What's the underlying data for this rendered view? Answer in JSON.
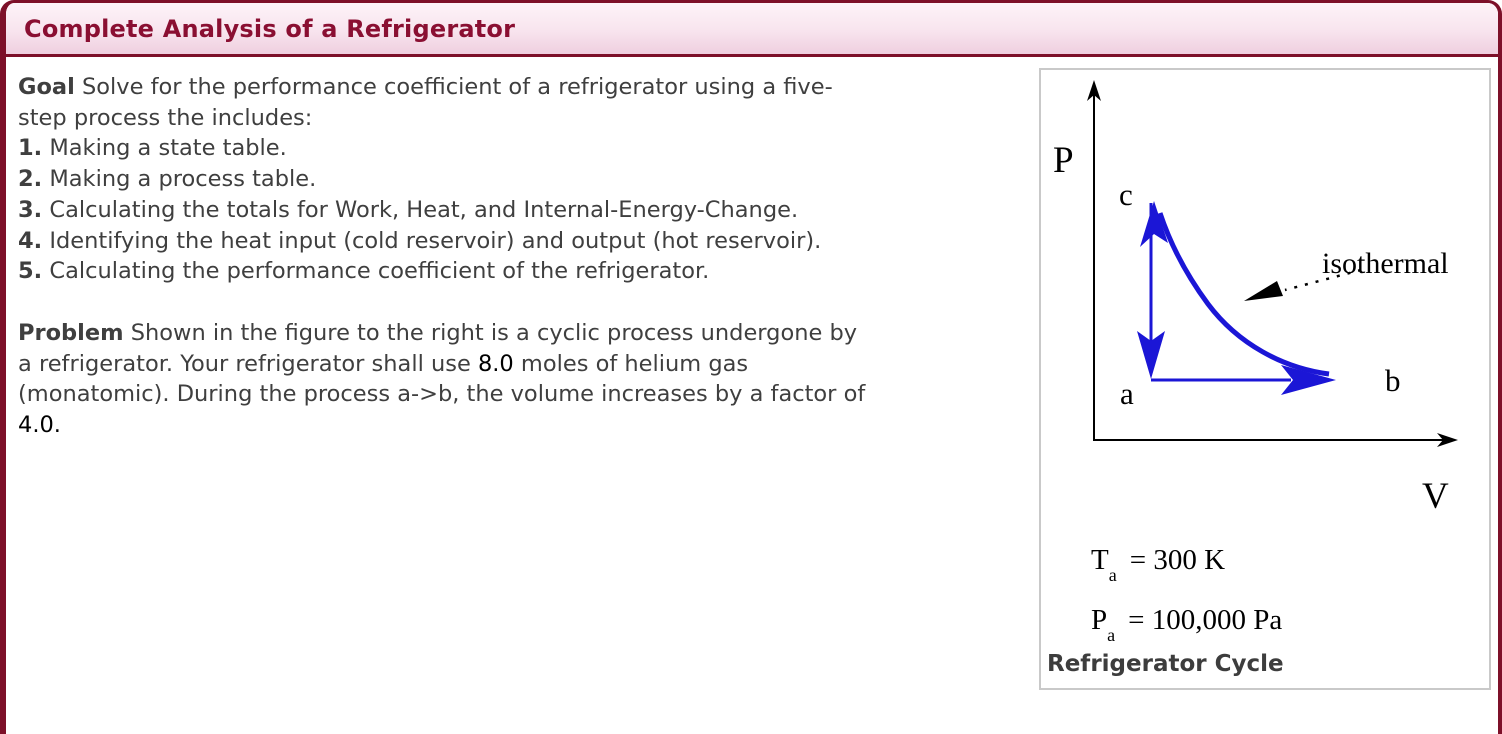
{
  "header": {
    "title": "Complete Analysis of a Refrigerator"
  },
  "goal": {
    "lines": [
      {
        "lead": "Goal",
        "rest": " Solve for the performance coefficient of a refrigerator using a five-"
      },
      {
        "lead": "",
        "rest": "step process the includes:"
      },
      {
        "lead": "1.",
        "rest": " Making a state table."
      },
      {
        "lead": "2.",
        "rest": " Making a process table."
      },
      {
        "lead": "3.",
        "rest": " Calculating the totals for Work, Heat, and Internal-Energy-Change."
      },
      {
        "lead": "4.",
        "rest": " Identifying the heat input (cold reservoir) and output (hot reservoir)."
      },
      {
        "lead": "5.",
        "rest": " Calculating the performance coefficient of the refrigerator."
      }
    ]
  },
  "problem": {
    "line1": {
      "lead": "Problem",
      "rest": " Shown in the figure to the right is a cyclic process undergone by"
    },
    "line2": {
      "pre": "a refrigerator. Your refrigerator shall use ",
      "value": "8.0",
      "post": " moles of helium gas"
    },
    "line3": "(monatomic). During the process a->b, the volume increases by a factor of",
    "line4": "4.0."
  },
  "figure": {
    "p_axis_label": "P",
    "v_axis_label": "V",
    "point_c": "c",
    "point_a": "a",
    "point_b": "b",
    "annotation": "isothermal",
    "eq1": {
      "sym": "T",
      "sub": "a",
      "rhs": "= 300 K"
    },
    "eq2": {
      "sym": "P",
      "sub": "a",
      "rhs": "= 100,000 Pa"
    },
    "caption": "Refrigerator Cycle"
  },
  "colors": {
    "maroon_border": "#7d1029",
    "title_text": "#8a0f32",
    "body_text": "#3f3f3f",
    "highlight_values": "#000000",
    "cycle_blue": "#1b16d6",
    "figure_border": "#c9c9c9",
    "header_bg_top": "#fdf3f8",
    "header_bg_bottom": "#efcfdf"
  }
}
